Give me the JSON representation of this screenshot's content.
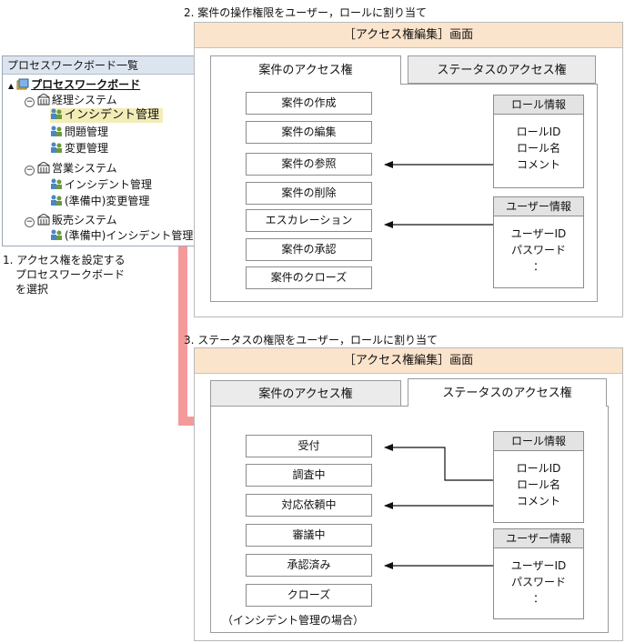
{
  "tree": {
    "header": "プロセスワークボード一覧",
    "root": "プロセスワークボード",
    "systems": [
      {
        "label": "経理システム",
        "boards": [
          "インシデント管理",
          "問題管理",
          "変更管理"
        ]
      },
      {
        "label": "営業システム",
        "boards": [
          "インシデント管理",
          "(準備中)変更管理"
        ]
      },
      {
        "label": "販売システム",
        "boards": [
          "(準備中)インシデント管理"
        ]
      }
    ]
  },
  "step1": {
    "lines": [
      "1. アクセス権を設定する",
      "プロセスワークボード",
      "を選択"
    ]
  },
  "step2": {
    "caption": "2. 案件の操作権限をユーザー，ロールに割り当て",
    "screen_title": "［アクセス権編集］画面",
    "tabs": [
      "案件のアクセス権",
      "ステータスのアクセス権"
    ],
    "items": [
      "案件の作成",
      "案件の編集",
      "案件の参照",
      "案件の削除",
      "エスカレーション",
      "案件の承認",
      "案件のクローズ"
    ]
  },
  "step3": {
    "caption": "3. ステータスの権限をユーザー，ロールに割り当て",
    "screen_title": "［アクセス権編集］画面",
    "tabs": [
      "案件のアクセス権",
      "ステータスのアクセス権"
    ],
    "items": [
      "受付",
      "調査中",
      "対応依頼中",
      "審議中",
      "承認済み",
      "クローズ"
    ],
    "note": "（インシデント管理の場合）"
  },
  "role_info": {
    "title": "ロール情報",
    "lines": [
      "ロールID",
      "ロール名",
      "コメント"
    ]
  },
  "user_info": {
    "title": "ユーザー情報",
    "lines": [
      "ユーザーID",
      "パスワード",
      "："
    ]
  },
  "colors": {
    "arrow": "#f49a9a",
    "screen_title_bg": "#fbe4cc",
    "tree_header_bg": "#dce5ef",
    "selected_bg": "#f2edb6"
  }
}
